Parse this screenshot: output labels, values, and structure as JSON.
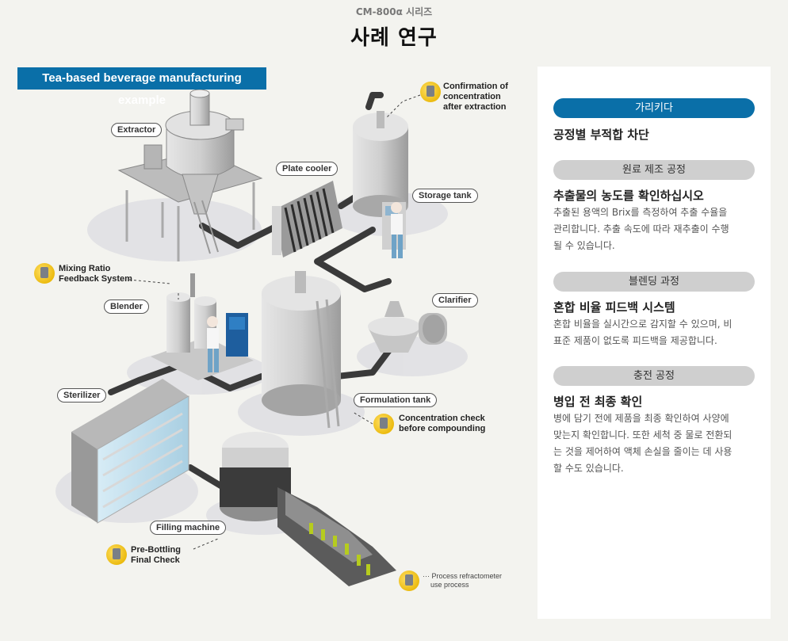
{
  "header": {
    "series": "CM-800α 시리즈",
    "title": "사례 연구"
  },
  "diagram": {
    "banner": "Tea-based beverage manufacturing example",
    "tags": {
      "extractor": "Extractor",
      "plate_cooler": "Plate cooler",
      "storage_tank": "Storage tank",
      "blender": "Blender",
      "clarifier": "Clarifier",
      "sterilizer": "Sterilizer",
      "formulation_tank": "Formulation tank",
      "filling_machine": "Filling machine"
    },
    "callouts": {
      "confirmation": [
        "Confirmation of",
        "concentration",
        "after extraction"
      ],
      "mixing": [
        "Mixing Ratio",
        "Feedback System"
      ],
      "concentration_check": [
        "Concentration check",
        "before compounding"
      ],
      "pre_bottling": [
        "Pre-Bottling",
        "Final Check"
      ],
      "legend": [
        "Process refractometer",
        "use process"
      ]
    },
    "colors": {
      "banner": "#0a6fa8",
      "sensor_icon": "#f2c318",
      "equipment": "#c9c9c9",
      "pipe": "#3a3a3a"
    }
  },
  "panel": {
    "sections": [
      {
        "pill": "가리키다",
        "pill_style": "blue",
        "heading": "공정별 부적합 차단",
        "lines": []
      },
      {
        "pill": "원료 제조 공정",
        "pill_style": "grey",
        "heading": "추출물의 농도를 확인하십시오",
        "lines": [
          "추출된 용액의 Brix를 측정하여 추출 수율을",
          "관리합니다. 추출 속도에 따라 재추출이 수행",
          "될 수 있습니다."
        ]
      },
      {
        "pill": "블렌딩 과정",
        "pill_style": "grey",
        "heading": "혼합 비율 피드백 시스템",
        "lines": [
          "혼합 비율을 실시간으로 감지할 수 있으며, 비",
          "표준 제품이 없도록 피드백을 제공합니다."
        ]
      },
      {
        "pill": "충전 공정",
        "pill_style": "grey",
        "heading": "병입 전 최종 확인",
        "lines": [
          "병에 담기 전에 제품을 최종 확인하여 사양에",
          "맞는지 확인합니다. 또한 세척 중 물로 전환되",
          "는 것을 제어하여 액체 손실을 줄이는 데 사용",
          "할 수도 있습니다."
        ]
      }
    ]
  }
}
